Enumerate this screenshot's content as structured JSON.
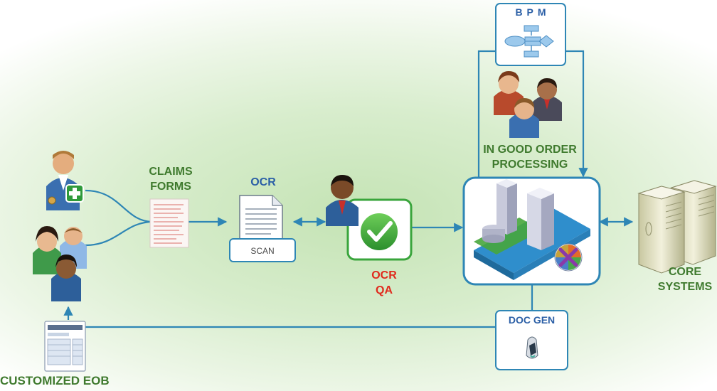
{
  "labels": {
    "bpm": "BPM",
    "in_good_order_line1": "IN GOOD ORDER",
    "in_good_order_line2": "PROCESSING",
    "claims_line1": "CLAIMS",
    "claims_line2": "FORMS",
    "ocr": "OCR",
    "scan": "SCAN",
    "ocr_qa_line1": "OCR",
    "ocr_qa_line2": "QA",
    "core_line1": "CORE",
    "core_line2": "SYSTEMS",
    "doc_gen": "DOC GEN",
    "customized_eob": "CUSTOMIZED EOB"
  },
  "colors": {
    "label_green": "#3f7a2e",
    "label_red": "#e02a1d",
    "label_blue": "#2b5fa6",
    "connector_blue": "#2e86b5",
    "check_green": "#3aa53c"
  }
}
